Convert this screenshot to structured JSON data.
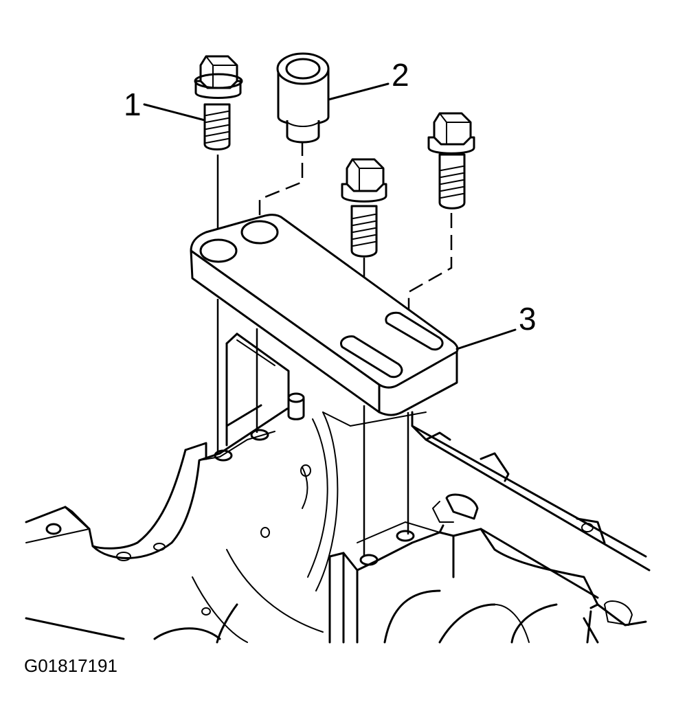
{
  "figure": {
    "id": "G01817191",
    "callouts": [
      {
        "number": "1"
      },
      {
        "number": "2"
      },
      {
        "number": "3"
      }
    ]
  }
}
